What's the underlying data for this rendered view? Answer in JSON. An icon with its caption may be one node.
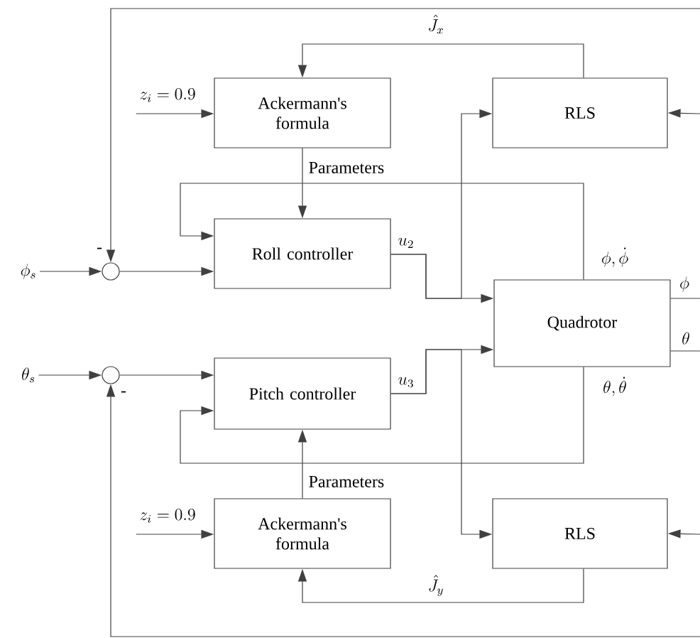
{
  "diagram": {
    "nodes": [
      {
        "text": [
          "Ackermann's formula"
        ]
      },
      {
        "text": [
          "RLS"
        ]
      },
      {
        "text": [
          "Roll controller"
        ]
      },
      {
        "text": [],
        "shape": "circle"
      },
      {
        "text": [
          "Quadrotor"
        ]
      },
      {
        "text": [],
        "shape": "circle"
      },
      {
        "text": [
          "Pitch controller"
        ]
      },
      {
        "text": [
          "Ackermann's formula"
        ]
      },
      {
        "text": [
          "RLS"
        ]
      },
      {
        "text": [
          "\\phi_s"
        ]
      },
      {
        "text": [
          "\\theta_s"
        ]
      },
      {
        "text": [
          "z_i = 0.9"
        ]
      },
      {
        "text": [
          "z_i = 0.9"
        ]
      }
    ],
    "edges": [
      {
        "from": 9,
        "to": 3,
        "arrow": "to"
      },
      {
        "from": 3,
        "to": 2,
        "arrow": "to"
      },
      {
        "from": 10,
        "to": 5,
        "arrow": "to"
      },
      {
        "from": 5,
        "to": 6,
        "arrow": "to"
      },
      {
        "from": 11,
        "to": 0,
        "arrow": "to"
      },
      {
        "from": 12,
        "to": 7,
        "arrow": "to"
      },
      {
        "from": 0,
        "to": 2,
        "arrow": "to",
        "label": "Parameters"
      },
      {
        "from": 7,
        "to": 6,
        "arrow": "to",
        "label": "Parameters"
      },
      {
        "from": 2,
        "to": 4,
        "arrow": "to",
        "label": "u_2"
      },
      {
        "from": 2,
        "to": 1,
        "arrow": "to"
      },
      {
        "from": 6,
        "to": 4,
        "arrow": "to",
        "label": "u_3"
      },
      {
        "from": 6,
        "to": 8,
        "arrow": "to"
      },
      {
        "from": 1,
        "to": 0,
        "arrow": "to",
        "label": "\\hat{J}_x"
      },
      {
        "from": 8,
        "to": 7,
        "arrow": "to",
        "label": "\\hat{J}_y"
      },
      {
        "from": 4,
        "to": 2,
        "arrow": "to",
        "label": "\\phi, \\dot{\\phi}"
      },
      {
        "from": 4,
        "to": 6,
        "arrow": "to",
        "label": "\\theta, \\dot{\\theta}"
      },
      {
        "from": 4,
        "to": null,
        "arrow": "none",
        "label": "\\phi"
      },
      {
        "from": 4,
        "to": null,
        "arrow": "none",
        "label": "\\theta"
      },
      {
        "from": null,
        "to": 3,
        "arrow": "to"
      },
      {
        "from": null,
        "to": 5,
        "arrow": "to"
      },
      {
        "from": null,
        "to": 1,
        "arrow": "to"
      },
      {
        "from": null,
        "to": 8,
        "arrow": "to"
      }
    ],
    "labels": [
      "-",
      "-"
    ]
  }
}
